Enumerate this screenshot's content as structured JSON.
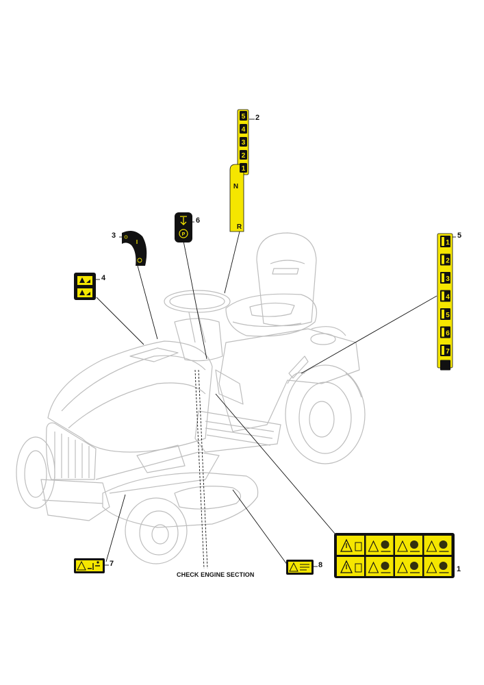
{
  "callouts": {
    "c1": "1",
    "c2": "2",
    "c3": "3",
    "c4": "4",
    "c5": "5",
    "c6": "6",
    "c7": "7",
    "c8": "8"
  },
  "caption": "CHECK ENGINE SECTION",
  "decals": {
    "gear_strip": [
      "5",
      "4",
      "3",
      "2",
      "1",
      "N",
      "R"
    ],
    "height_strip": [
      "1",
      "2",
      "3",
      "4",
      "5",
      "6",
      "7"
    ]
  },
  "colors": {
    "decal_yellow": "#f5e600",
    "decal_black": "#111111",
    "outline": "#bdbdbd",
    "leader": "#111111"
  },
  "icons": {
    "warning": "warning-triangle-icon",
    "manual": "read-manual-icon",
    "handle": "lift-lever-icon",
    "park": "parking-brake-icon"
  }
}
